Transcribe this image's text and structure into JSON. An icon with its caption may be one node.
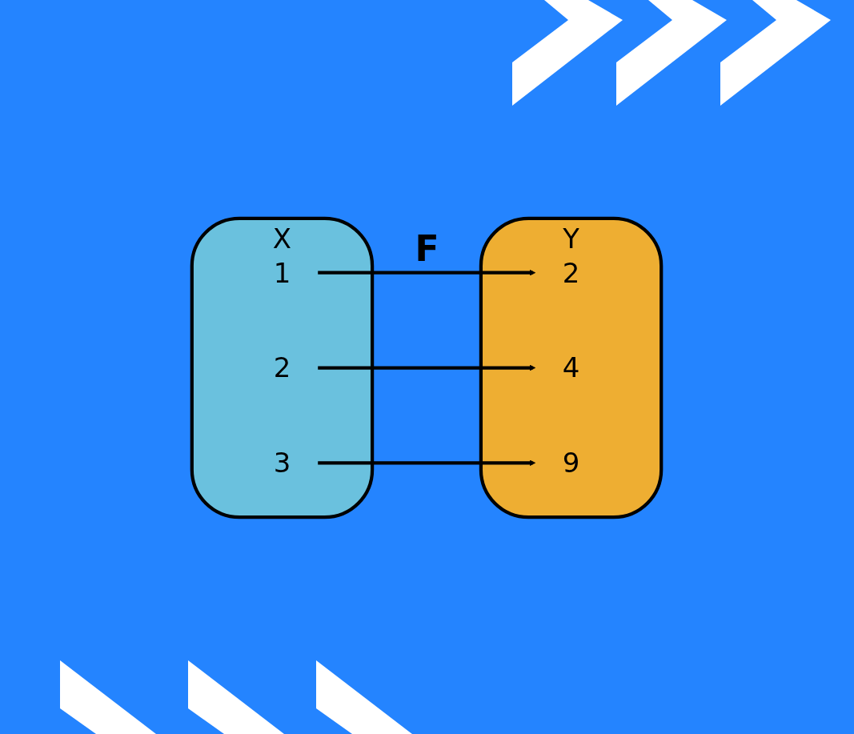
{
  "diagram": {
    "nodes": [
      {
        "text": [
          "X"
        ]
      },
      {
        "text": [
          "1"
        ],
        "in": 0
      },
      {
        "text": [
          "2"
        ],
        "in": 0
      },
      {
        "text": [
          "3"
        ],
        "in": 0
      },
      {
        "text": [
          "Y"
        ]
      },
      {
        "text": [
          "2"
        ],
        "in": 4
      },
      {
        "text": [
          "4"
        ],
        "in": 4
      },
      {
        "text": [
          "9"
        ],
        "in": 4
      }
    ],
    "edges": [
      {
        "from": 1,
        "to": 5,
        "arrow": "to"
      },
      {
        "from": 2,
        "to": 6,
        "arrow": "to"
      },
      {
        "from": 3,
        "to": 7,
        "arrow": "to"
      }
    ],
    "labels": [
      "F"
    ]
  }
}
